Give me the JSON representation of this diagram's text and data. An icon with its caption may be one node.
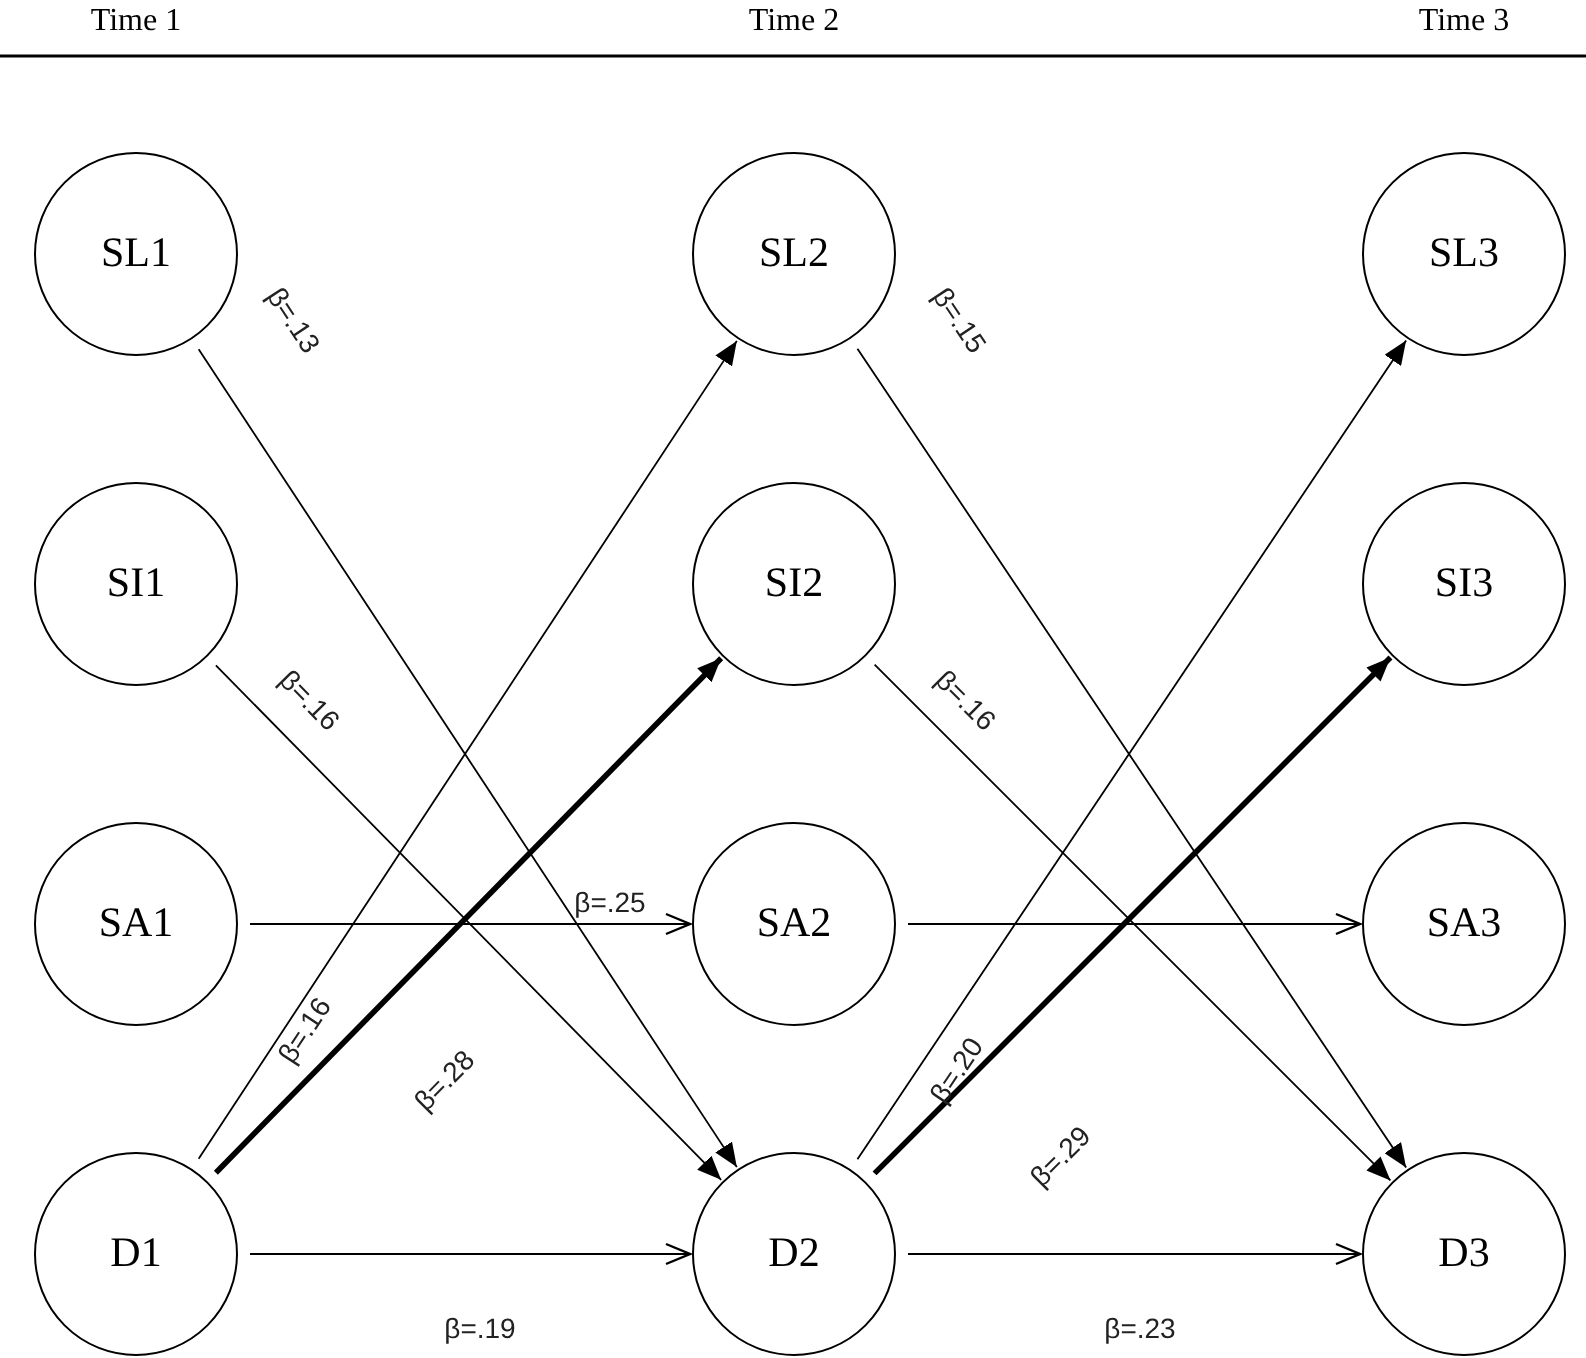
{
  "diagram": {
    "nodes": [
      {
        "text": [
          "SL1"
        ]
      },
      {
        "text": [
          "SI1"
        ]
      },
      {
        "text": [
          "SA1"
        ]
      },
      {
        "text": [
          "D1"
        ]
      },
      {
        "text": [
          "SL2"
        ]
      },
      {
        "text": [
          "SI2"
        ]
      },
      {
        "text": [
          "SA2"
        ]
      },
      {
        "text": [
          "D2"
        ]
      },
      {
        "text": [
          "SL3"
        ]
      },
      {
        "text": [
          "SI3"
        ]
      },
      {
        "text": [
          "SA3"
        ]
      },
      {
        "text": [
          "D3"
        ]
      }
    ],
    "edges": [
      {
        "from": 0,
        "to": 7,
        "arrow": "to",
        "label": "β=.13"
      },
      {
        "from": 1,
        "to": 7,
        "arrow": "to",
        "label": "β=.16"
      },
      {
        "from": 2,
        "to": 6,
        "arrow": "to",
        "label": "β=.25"
      },
      {
        "from": 3,
        "to": 4,
        "arrow": "to",
        "label": "β=.16"
      },
      {
        "from": 3,
        "to": 5,
        "arrow": "to",
        "label": "β=.28",
        "style": "thick"
      },
      {
        "from": 3,
        "to": 7,
        "arrow": "to",
        "label": "β=.19"
      },
      {
        "from": 4,
        "to": 11,
        "arrow": "to",
        "label": "β=.15"
      },
      {
        "from": 5,
        "to": 11,
        "arrow": "to",
        "label": "β=.16"
      },
      {
        "from": 6,
        "to": 10,
        "arrow": "to"
      },
      {
        "from": 7,
        "to": 8,
        "arrow": "to",
        "label": "β=.20"
      },
      {
        "from": 7,
        "to": 9,
        "arrow": "to",
        "label": "β=.29",
        "style": "thick"
      },
      {
        "from": 7,
        "to": 11,
        "arrow": "to",
        "label": "β=.23"
      }
    ],
    "labels": [
      "Time 1",
      "Time 2",
      "Time 3"
    ]
  }
}
